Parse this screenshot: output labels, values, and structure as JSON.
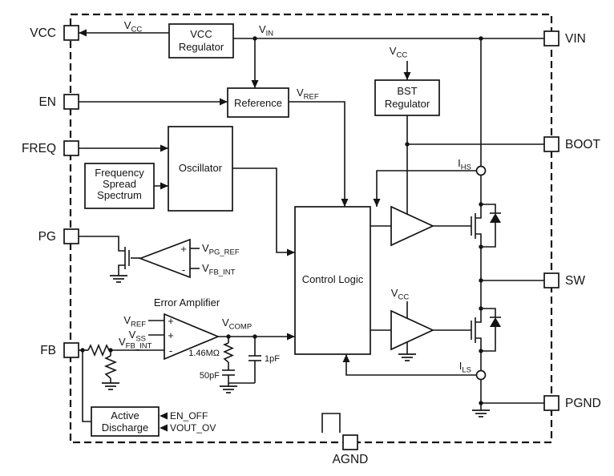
{
  "pins": {
    "vcc": "VCC",
    "en": "EN",
    "freq": "FREQ",
    "pg": "PG",
    "fb": "FB",
    "vin": "VIN",
    "boot": "BOOT",
    "sw": "SW",
    "pgnd": "PGND",
    "agnd": "AGND"
  },
  "blocks": {
    "vcc_regulator": {
      "line1": "VCC",
      "line2": "Regulator"
    },
    "reference": "Reference",
    "bst_regulator": {
      "line1": "BST",
      "line2": "Regulator"
    },
    "oscillator": "Oscillator",
    "freq_spread": {
      "line1": "Frequency",
      "line2": "Spread",
      "line3": "Spectrum"
    },
    "control_logic": "Control Logic",
    "active_discharge": {
      "line1": "Active",
      "line2": "Discharge"
    },
    "error_amplifier": "Error Amplifier"
  },
  "signals": {
    "vcc": {
      "base": "V",
      "sub": "CC"
    },
    "vin": {
      "base": "V",
      "sub": "IN"
    },
    "vref": {
      "base": "V",
      "sub": "REF"
    },
    "vpgref": {
      "base": "V",
      "sub": "PG_REF"
    },
    "vfbint": {
      "base": "V",
      "sub": "FB_INT"
    },
    "vss": {
      "base": "V",
      "sub": "SS"
    },
    "vcomp": {
      "base": "V",
      "sub": "COMP"
    },
    "ihs": {
      "base": "I",
      "sub": "HS"
    },
    "ils": {
      "base": "I",
      "sub": "LS"
    }
  },
  "components": {
    "comp_resistor": "1.46MΩ",
    "comp_cap": "50pF",
    "hf_cap": "1pF"
  },
  "control_signals": {
    "en_off": "EN_OFF",
    "vout_ov": "VOUT_OV"
  },
  "polarity": {
    "plus": "+",
    "minus": "-"
  }
}
